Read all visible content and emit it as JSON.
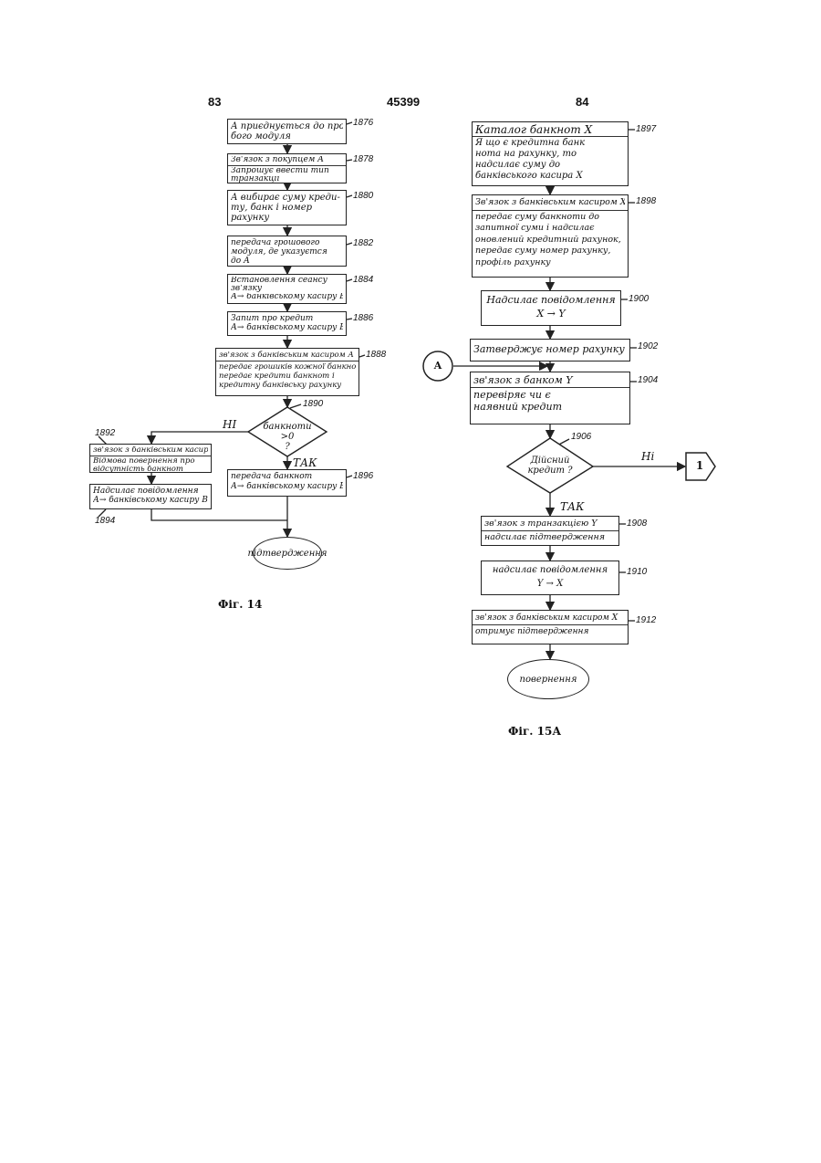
{
  "header": {
    "left_page": "83",
    "doc_number": "45399",
    "right_page": "84"
  },
  "fig14": {
    "caption": "Фіг. 14",
    "boxes": [
      {
        "id": "1876",
        "ref": "1876",
        "lines": [
          "А приєднується до проми-",
          "бого модуля"
        ]
      },
      {
        "id": "1878",
        "ref": "1878",
        "lines": [
          "Зв'язок з покупцем А",
          "Запрошує ввести тип",
          "транзакції"
        ]
      },
      {
        "id": "1880",
        "ref": "1880",
        "lines": [
          "А вибирає суму креди-",
          "ту, банк і номер",
          "рахунку"
        ]
      },
      {
        "id": "1882",
        "ref": "1882",
        "lines": [
          "передача грошового",
          "модуля, де указуєтся",
          "до А"
        ]
      },
      {
        "id": "1884",
        "ref": "1884",
        "lines": [
          "Встановлення сеансу",
          "зв'язку",
          "А→ банківському касиру В"
        ]
      },
      {
        "id": "1886",
        "ref": "1886",
        "lines": [
          "Запит про кредит",
          "А→ банківському касиру В"
        ]
      },
      {
        "id": "1888",
        "ref": "1888",
        "lines": [
          "зв'язок з банківським касиром А",
          "передає грошиків кожної банкноти,",
          "передає кредити банкнот і",
          "кредитну банківську рахунку"
        ]
      },
      {
        "id": "1892",
        "ref": "1892",
        "lines": [
          "зв'язок з банківським касиром А",
          "Відмова повернення про",
          "відсутність банкнот"
        ]
      },
      {
        "id": "1894",
        "ref": "1894",
        "lines": [
          "Надсилає повідомлення",
          "А→ банківському касиру В"
        ]
      },
      {
        "id": "1896",
        "ref": "1896",
        "lines": [
          "передача банкнот",
          "А→ банківському касиру В"
        ]
      }
    ],
    "decision": {
      "ref": "1890",
      "lines": [
        "банкноти >0",
        "?"
      ],
      "no_label": "НІ",
      "yes_label": "ТАК"
    },
    "terminal": "підтвердження"
  },
  "fig15a": {
    "caption": "Фіг. 15А",
    "connector_in": "А",
    "connector_out": "1",
    "boxes": [
      {
        "id": "1897",
        "ref": "1897",
        "lines": [
          "Каталог банкнот X",
          "Я що є кредитна банк",
          "нота на рахунку, то",
          "надсилає суму до",
          "банківського касира X"
        ]
      },
      {
        "id": "1898",
        "ref": "1898",
        "lines": [
          "Зв'язок з банківським касиром X",
          "передає суму банкноти до",
          "запитної суми і надсилає",
          "оновлений кредитний рахунок,",
          "передає суму номер рахунку,",
          "профіль рахунку"
        ]
      },
      {
        "id": "1900",
        "ref": "1900",
        "lines": [
          "Надсилає повідомлення",
          "X → Y"
        ]
      },
      {
        "id": "1902",
        "ref": "1902",
        "lines": [
          "Затверджує номер рахунку"
        ]
      },
      {
        "id": "1904",
        "ref": "1904",
        "lines": [
          "зв'язок з банком Y",
          "перевіряє чи є",
          "наявний кредит"
        ]
      },
      {
        "id": "1908",
        "ref": "1908",
        "lines": [
          "зв'язок з транзакцією Y",
          "надсилає підтвердження"
        ]
      },
      {
        "id": "1910",
        "ref": "1910",
        "lines": [
          "надсилає повідомлення",
          "Y → X"
        ]
      },
      {
        "id": "1912",
        "ref": "1912",
        "lines": [
          "зв'язок з банківським касиром X",
          "отримує підтвердження"
        ]
      }
    ],
    "decision": {
      "ref": "1906",
      "lines": [
        "Дійсний",
        "кредит ?"
      ],
      "no_label": "Ні",
      "yes_label": "ТАК"
    },
    "terminal": "повернення"
  }
}
